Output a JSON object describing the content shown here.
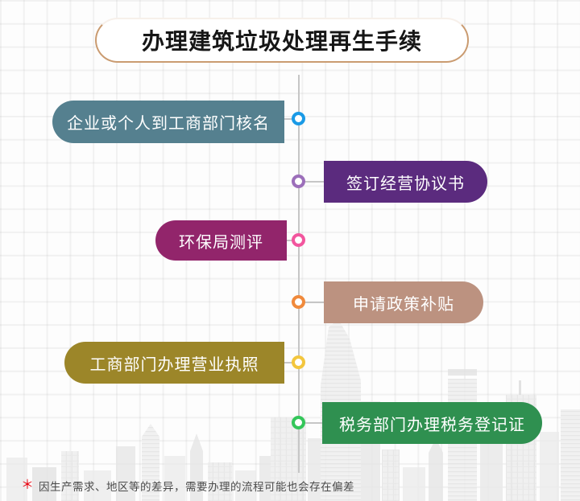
{
  "title": "办理建筑垃圾处理再生手续",
  "accent_colors": {
    "title_border": "#ca9b70",
    "timeline_line": "#c6c6c6"
  },
  "steps": [
    {
      "label": "企业或个人到工商部门核名",
      "side": "left",
      "box_color": "#55808f",
      "dot_color": "#1a9ae6"
    },
    {
      "label": "签订经营协议书",
      "side": "right",
      "box_color": "#5b2b7e",
      "dot_color": "#9c6fba"
    },
    {
      "label": "环保局测评",
      "side": "left",
      "box_color": "#92256b",
      "dot_color": "#f2569e"
    },
    {
      "label": "申请政策补贴",
      "side": "right",
      "box_color": "#bc9280",
      "dot_color": "#f08a3c"
    },
    {
      "label": "工商部门办理营业执照",
      "side": "left",
      "box_color": "#9c8629",
      "dot_color": "#f3c63e"
    },
    {
      "label": "税务部门办理税务登记证",
      "side": "right",
      "box_color": "#2f9050",
      "dot_color": "#34c65a"
    }
  ],
  "footnote": {
    "marker": "＊",
    "text": "因生产需求、地区等的差异，需要办理的流程可能也会存在偏差"
  }
}
